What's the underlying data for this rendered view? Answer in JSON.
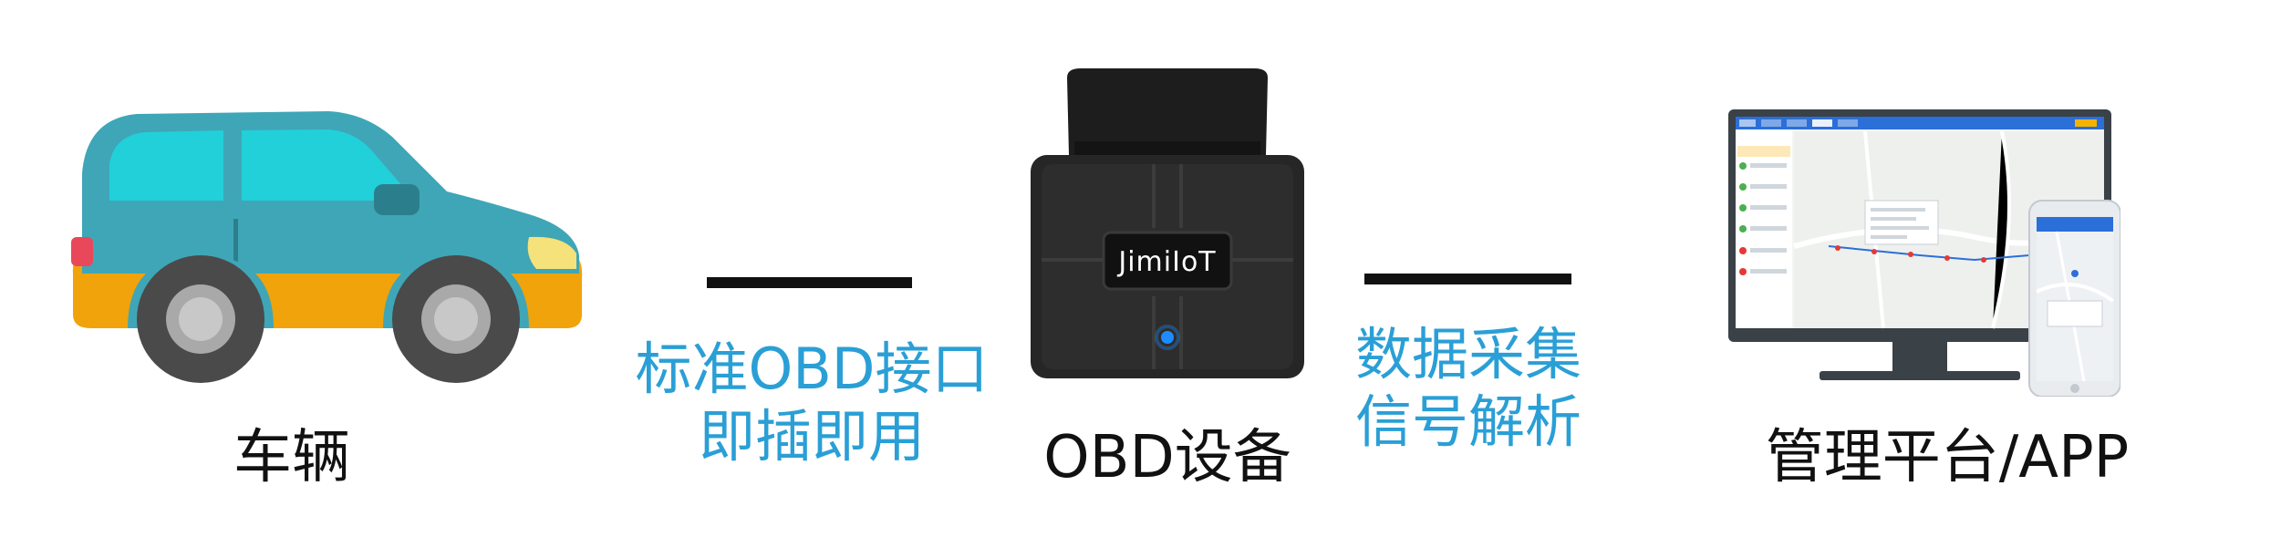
{
  "flow": {
    "vehicle": {
      "label": "车辆"
    },
    "link1": {
      "line1": "标准OBD接口",
      "line2": "即插即用"
    },
    "device": {
      "label": "OBD设备",
      "brand": "JimiIoT"
    },
    "link2": {
      "line1": "数据采集",
      "line2": "信号解析"
    },
    "platform": {
      "label": "管理平台/APP"
    }
  },
  "colors": {
    "accent_blue": "#2a9fd6",
    "car_body": "#3fa6b7",
    "car_window": "#22d0d9",
    "car_trim": "#f0a30a",
    "device_body": "#262626",
    "led": "#1e8cff"
  }
}
